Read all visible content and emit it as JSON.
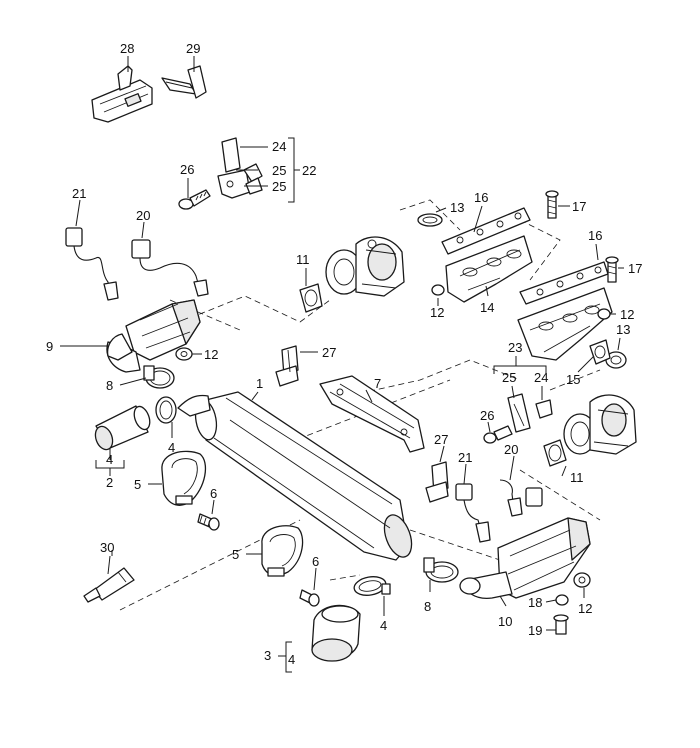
{
  "callouts": {
    "c1": "1",
    "c2": "2",
    "c3": "3",
    "c4a": "4",
    "c4b": "4",
    "c4c": "4",
    "c4d": "4",
    "c5a": "5",
    "c5b": "5",
    "c6a": "6",
    "c6b": "6",
    "c7": "7",
    "c8a": "8",
    "c8b": "8",
    "c9": "9",
    "c10": "10",
    "c11a": "11",
    "c11b": "11",
    "c12a": "12",
    "c12b": "12",
    "c12c": "12",
    "c12d": "12",
    "c13a": "13",
    "c13b": "13",
    "c14": "14",
    "c15": "15",
    "c16a": "16",
    "c16b": "16",
    "c17a": "17",
    "c17b": "17",
    "c18": "18",
    "c19": "19",
    "c20a": "20",
    "c20b": "20",
    "c21a": "21",
    "c21b": "21",
    "c22": "22",
    "c23": "23",
    "c24a": "24",
    "c24b": "24",
    "c25a": "25",
    "c25b": "25",
    "c25c": "25",
    "c26a": "26",
    "c26b": "26",
    "c27a": "27",
    "c27b": "27",
    "c28": "28",
    "c29": "29",
    "c30": "30"
  }
}
